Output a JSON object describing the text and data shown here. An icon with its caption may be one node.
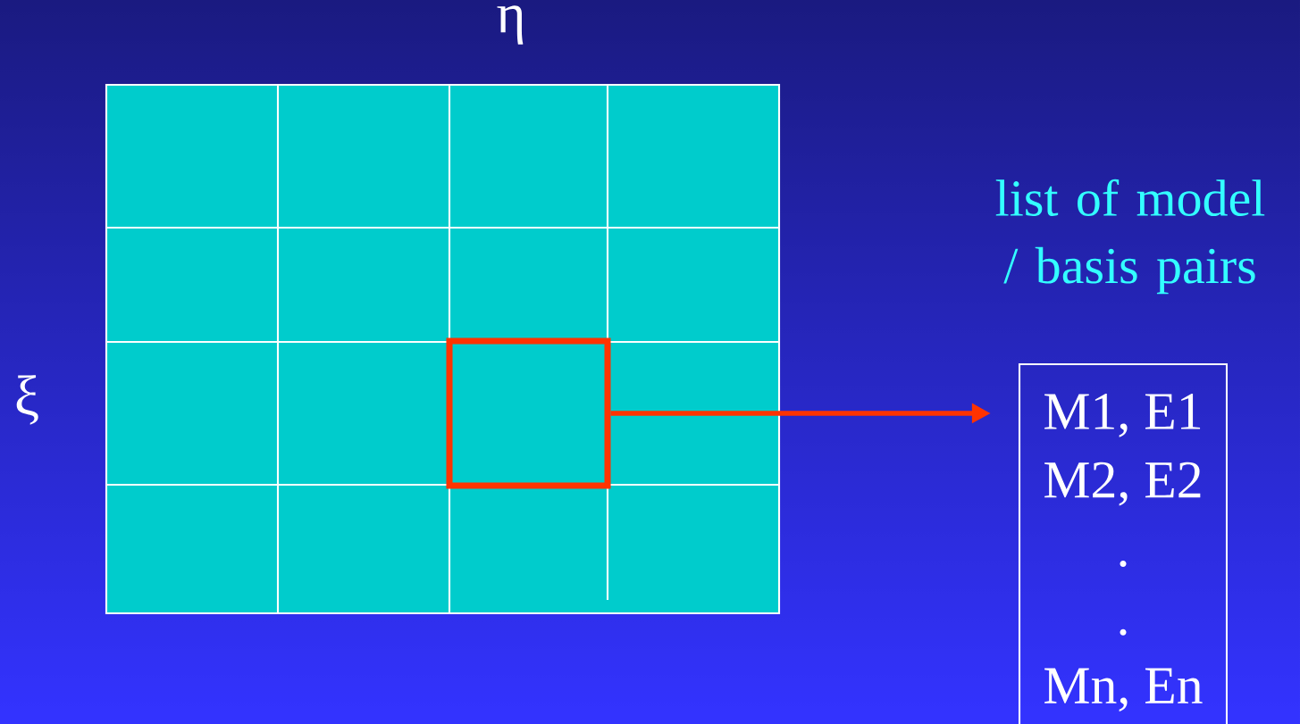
{
  "diagram": {
    "nodes": [
      {
        "text": [],
        "shape": "box"
      },
      {
        "text": [],
        "shape": "box",
        "in": 0
      },
      {
        "text": [
          "list of model / basis pairs",
          "M1, E1",
          "M2, E2",
          ".",
          ".",
          "Mn, En"
        ]
      }
    ],
    "edges": [
      {
        "from": 1,
        "to": 2,
        "arrow": "to",
        "color": "#ff3300"
      }
    ],
    "labels": [
      "η",
      "ξ"
    ]
  }
}
